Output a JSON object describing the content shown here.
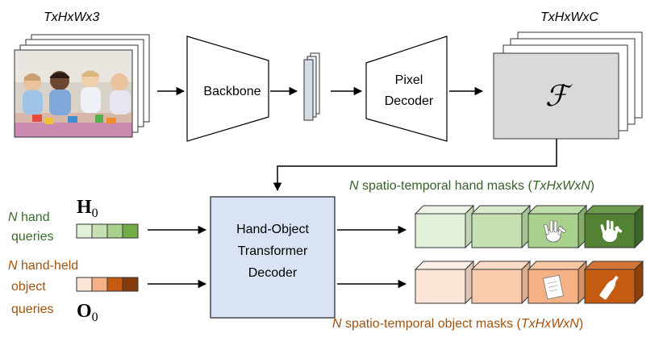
{
  "input": {
    "dims": "TxHxWx3"
  },
  "backbone": {
    "label": "Backbone"
  },
  "pixel_decoder": {
    "line1": "Pixel",
    "line2": "Decoder"
  },
  "feature_map": {
    "dims": "TxHxWxC",
    "symbol": "ℱ"
  },
  "hand_queries": {
    "symbol_main": "H",
    "symbol_sub": "0",
    "label_n": "N",
    "label_line1_rest": " hand",
    "label_line2": "queries",
    "cell_colors": [
      "#e2efd9",
      "#c6e0b4",
      "#a9d18e",
      "#70ad47"
    ]
  },
  "object_queries": {
    "symbol_main": "O",
    "symbol_sub": "0",
    "label_n": "N",
    "label_line1_rest": " hand-held",
    "label_line2": "object",
    "label_line3": "queries",
    "cell_colors": [
      "#fbe5d6",
      "#f4b183",
      "#c55a11",
      "#843c0c"
    ]
  },
  "transformer": {
    "line1": "Hand-Object",
    "line2": "Transformer",
    "line3": "Decoder"
  },
  "hand_masks": {
    "caption_n": "N",
    "caption_mid": " spatio-temporal hand masks (",
    "caption_dims": "TxHxWxN",
    "caption_end": ")",
    "colors": [
      "#e2efd9",
      "#c6e0b4",
      "#a9d18e",
      "#548235"
    ],
    "text_color": "#38612a"
  },
  "object_masks": {
    "caption_n": "N",
    "caption_mid": " spatio-temporal object masks (",
    "caption_dims": "TxHxWxN",
    "caption_end": ")",
    "colors": [
      "#fbe5d6",
      "#f8cbad",
      "#f4b183",
      "#c55a11"
    ],
    "text_color": "#a0520f"
  }
}
